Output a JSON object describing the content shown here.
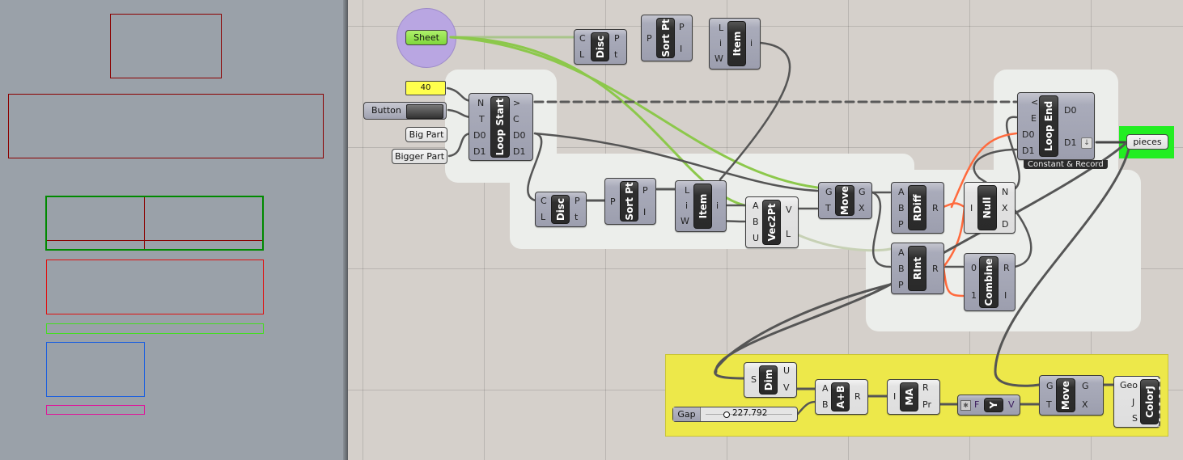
{
  "viewport": {
    "background": "#9aa1a9",
    "curves": [
      {
        "name": "sheet-rect",
        "color": "#8b0000"
      },
      {
        "name": "big-part-rect",
        "color": "#8b0000"
      },
      {
        "name": "placed-green-rect",
        "color": "#008a00"
      },
      {
        "name": "red-rect",
        "color": "#e01010"
      },
      {
        "name": "green-strip-rect",
        "color": "#44dd22"
      },
      {
        "name": "blue-rect",
        "color": "#1a5fe0"
      },
      {
        "name": "magenta-rect",
        "color": "#e0139a"
      }
    ]
  },
  "canvas": {
    "background": "#d5d0cb",
    "params": {
      "sheet": "Sheet",
      "count": "40",
      "button": "Button",
      "big_part": "Big Part",
      "bigger_part": "Bigger Part",
      "pieces": "pieces",
      "gap_label": "Gap",
      "gap_value": "227.792"
    },
    "components": {
      "loop_start": {
        "name": "Loop Start",
        "inputs": [
          "N",
          "T",
          "D0",
          "D1"
        ],
        "outputs": [
          ">",
          "C",
          "D0",
          "D1"
        ]
      },
      "loop_end": {
        "name": "Loop End",
        "inputs": [
          "<",
          "E",
          "D0",
          "D1"
        ],
        "outputs": [
          "D0",
          "D1"
        ],
        "caption": "Constant & Record"
      },
      "disc_top": {
        "name": "Disc",
        "inputs": [
          "C",
          "L"
        ],
        "outputs": [
          "P",
          "t"
        ]
      },
      "sortpt_top": {
        "name": "Sort Pt",
        "inputs": [
          "P"
        ],
        "outputs": [
          "P",
          "I"
        ]
      },
      "item_top": {
        "name": "Item",
        "inputs": [
          "L",
          "i",
          "W"
        ],
        "outputs": [
          "i"
        ]
      },
      "disc_mid": {
        "name": "Disc",
        "inputs": [
          "C",
          "L"
        ],
        "outputs": [
          "P",
          "t"
        ]
      },
      "sortpt_mid": {
        "name": "Sort Pt",
        "inputs": [
          "P"
        ],
        "outputs": [
          "P",
          "I"
        ]
      },
      "item_mid": {
        "name": "Item",
        "inputs": [
          "L",
          "i",
          "W"
        ],
        "outputs": [
          "i"
        ]
      },
      "vec2pt": {
        "name": "Vec2Pt",
        "inputs": [
          "A",
          "B",
          "U"
        ],
        "outputs": [
          "V",
          "L"
        ]
      },
      "move_mid": {
        "name": "Move",
        "inputs": [
          "G",
          "T"
        ],
        "outputs": [
          "G",
          "X"
        ]
      },
      "rdiff": {
        "name": "RDiff",
        "inputs": [
          "A",
          "B",
          "P"
        ],
        "outputs": [
          "R"
        ]
      },
      "rint": {
        "name": "RInt",
        "inputs": [
          "A",
          "B",
          "P"
        ],
        "outputs": [
          "R"
        ]
      },
      "null": {
        "name": "Null",
        "inputs": [
          "I"
        ],
        "outputs": [
          "N",
          "X",
          "D"
        ]
      },
      "combine": {
        "name": "Combine",
        "inputs": [
          "0",
          "1"
        ],
        "outputs": [
          "R",
          "I"
        ]
      },
      "dim": {
        "name": "Dim",
        "inputs": [
          "S"
        ],
        "outputs": [
          "U",
          "V"
        ]
      },
      "add": {
        "name": "A+B",
        "inputs": [
          "A",
          "B"
        ],
        "outputs": [
          "R"
        ]
      },
      "ma": {
        "name": "MA",
        "inputs": [
          "I"
        ],
        "outputs": [
          "R",
          "Pr"
        ]
      },
      "vector_y": {
        "name": "Y",
        "inputs": [
          "F"
        ],
        "outputs": [
          "V"
        ]
      },
      "move_bottom": {
        "name": "Move",
        "inputs": [
          "G",
          "T"
        ],
        "outputs": [
          "G",
          "X"
        ]
      },
      "colorj": {
        "name": "ColorJ",
        "inputs": [
          "Geo",
          "J",
          "S"
        ],
        "outputs": []
      }
    },
    "colors": {
      "sheet_group": "#b9a6e2",
      "sheet_param": "#8fe04a",
      "count_param": "#ffff4d",
      "pieces_group": "#22ee22",
      "bottom_group": "#ede84a",
      "wire": "#555555",
      "wire_green": "#8cc84b",
      "wire_orange": "#ff6a3d"
    }
  }
}
